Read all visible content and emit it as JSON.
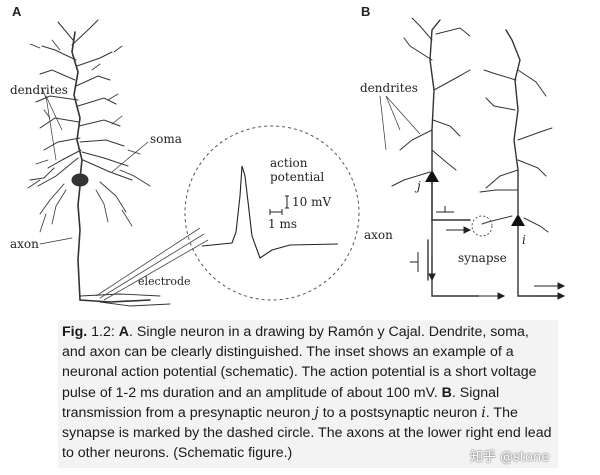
{
  "panel_a": {
    "letter": "A",
    "labels": {
      "dendrites": "dendrites",
      "soma": "soma",
      "axon": "axon",
      "electrode": "electrode"
    },
    "inset": {
      "title_line1": "action",
      "title_line2": "potential",
      "voltage_scale": "10 mV",
      "time_scale": "1 ms"
    }
  },
  "panel_b": {
    "letter": "B",
    "labels": {
      "dendrites": "dendrites",
      "axon": "axon",
      "synapse": "synapse",
      "neuron_j": "j",
      "neuron_i": "i"
    }
  },
  "caption": {
    "fig_label": "Fig.",
    "fig_number": " 1.2: ",
    "a_label": "A",
    "part1": ". Single neuron in a drawing by Ramón y Cajal. Dendrite, soma, and axon can be clearly distinguished. The inset shows an example of a neuronal action potential (schematic). The action potential is a short voltage pulse of 1-2 ms duration and an amplitude of about 100 mV. ",
    "b_label": "B",
    "part2": ". Signal transmission from a presynaptic neuron ",
    "var_j": "j",
    "part3": " to a postsynaptic neuron ",
    "var_i": "i",
    "part4": ". The synapse is marked by the dashed circle. The axons at the lower right end lead to other neurons. (Schematic figure.)"
  },
  "watermark": "知乎 @stone"
}
